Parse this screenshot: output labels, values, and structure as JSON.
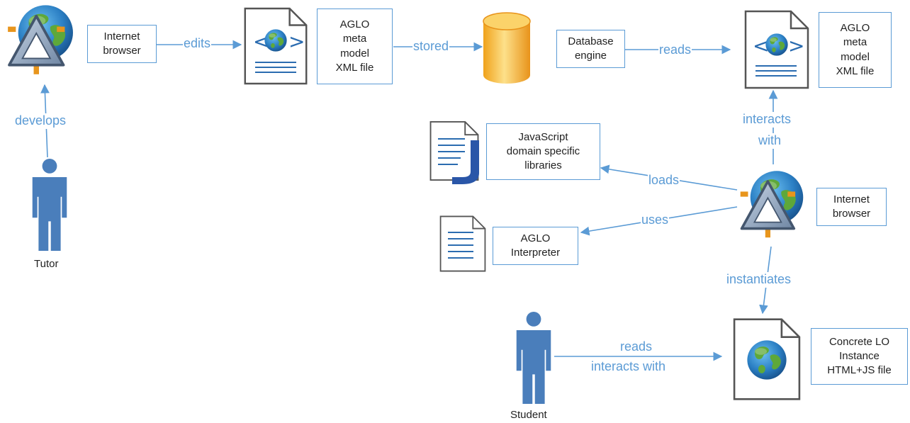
{
  "nodes": {
    "tutor_browser": {
      "lines": [
        "Internet",
        "browser"
      ],
      "icon": "browser-globe-icon"
    },
    "xml_file_top": {
      "lines": [
        "AGLO",
        "meta",
        "model",
        "XML file"
      ],
      "icon": "xml-document-icon"
    },
    "database": {
      "lines": [
        "Database",
        "engine"
      ],
      "icon": "database-cylinder-icon"
    },
    "xml_file_right": {
      "lines": [
        "AGLO",
        "meta",
        "model",
        "XML file"
      ],
      "icon": "xml-document-icon"
    },
    "js_libraries": {
      "lines": [
        "JavaScript",
        "domain specific",
        "libraries"
      ],
      "icon": "javascript-document-icon"
    },
    "student_browser": {
      "lines": [
        "Internet",
        "browser"
      ],
      "icon": "browser-globe-icon"
    },
    "interpreter": {
      "lines": [
        "AGLO",
        "Interpreter"
      ],
      "icon": "text-document-icon"
    },
    "lo_instance": {
      "lines": [
        "Concrete LO",
        "Instance",
        "HTML+JS file"
      ],
      "icon": "html-document-icon"
    }
  },
  "actors": {
    "tutor": {
      "label": "Tutor",
      "icon": "person-icon"
    },
    "student": {
      "label": "Student",
      "icon": "person-icon"
    }
  },
  "edges": {
    "develops": "develops",
    "edits": "edits",
    "stored": "stored",
    "reads_db": "reads",
    "interacts_with": [
      "interacts",
      "with"
    ],
    "loads": "loads",
    "uses": "uses",
    "instantiates": "instantiates",
    "student_reads": [
      "reads",
      "interacts with"
    ]
  },
  "colors": {
    "accent": "#5b9bd5",
    "person": "#4a7ebb",
    "globe_ocean": "#2b7fc4",
    "globe_land": "#5ea83a",
    "database": "#f4b42f"
  }
}
